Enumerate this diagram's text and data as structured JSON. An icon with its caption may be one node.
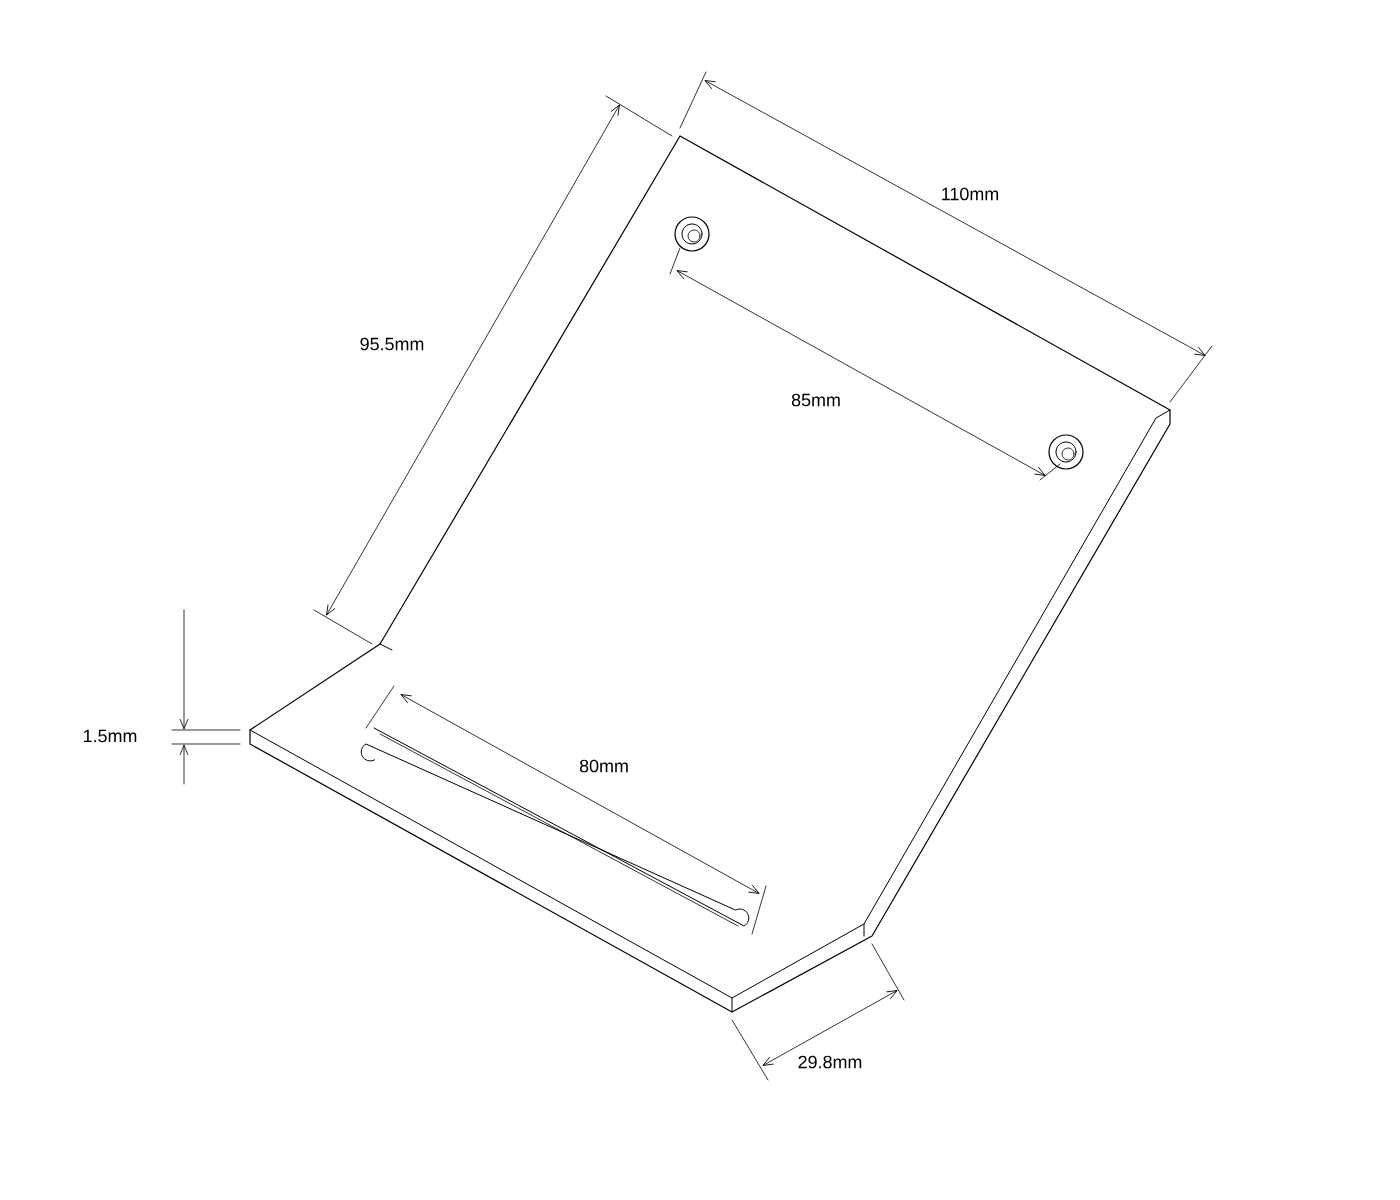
{
  "diagram": {
    "labels": [
      "110mm",
      "95.5mm",
      "85mm",
      "80mm",
      "1.5mm",
      "29.8mm"
    ]
  }
}
